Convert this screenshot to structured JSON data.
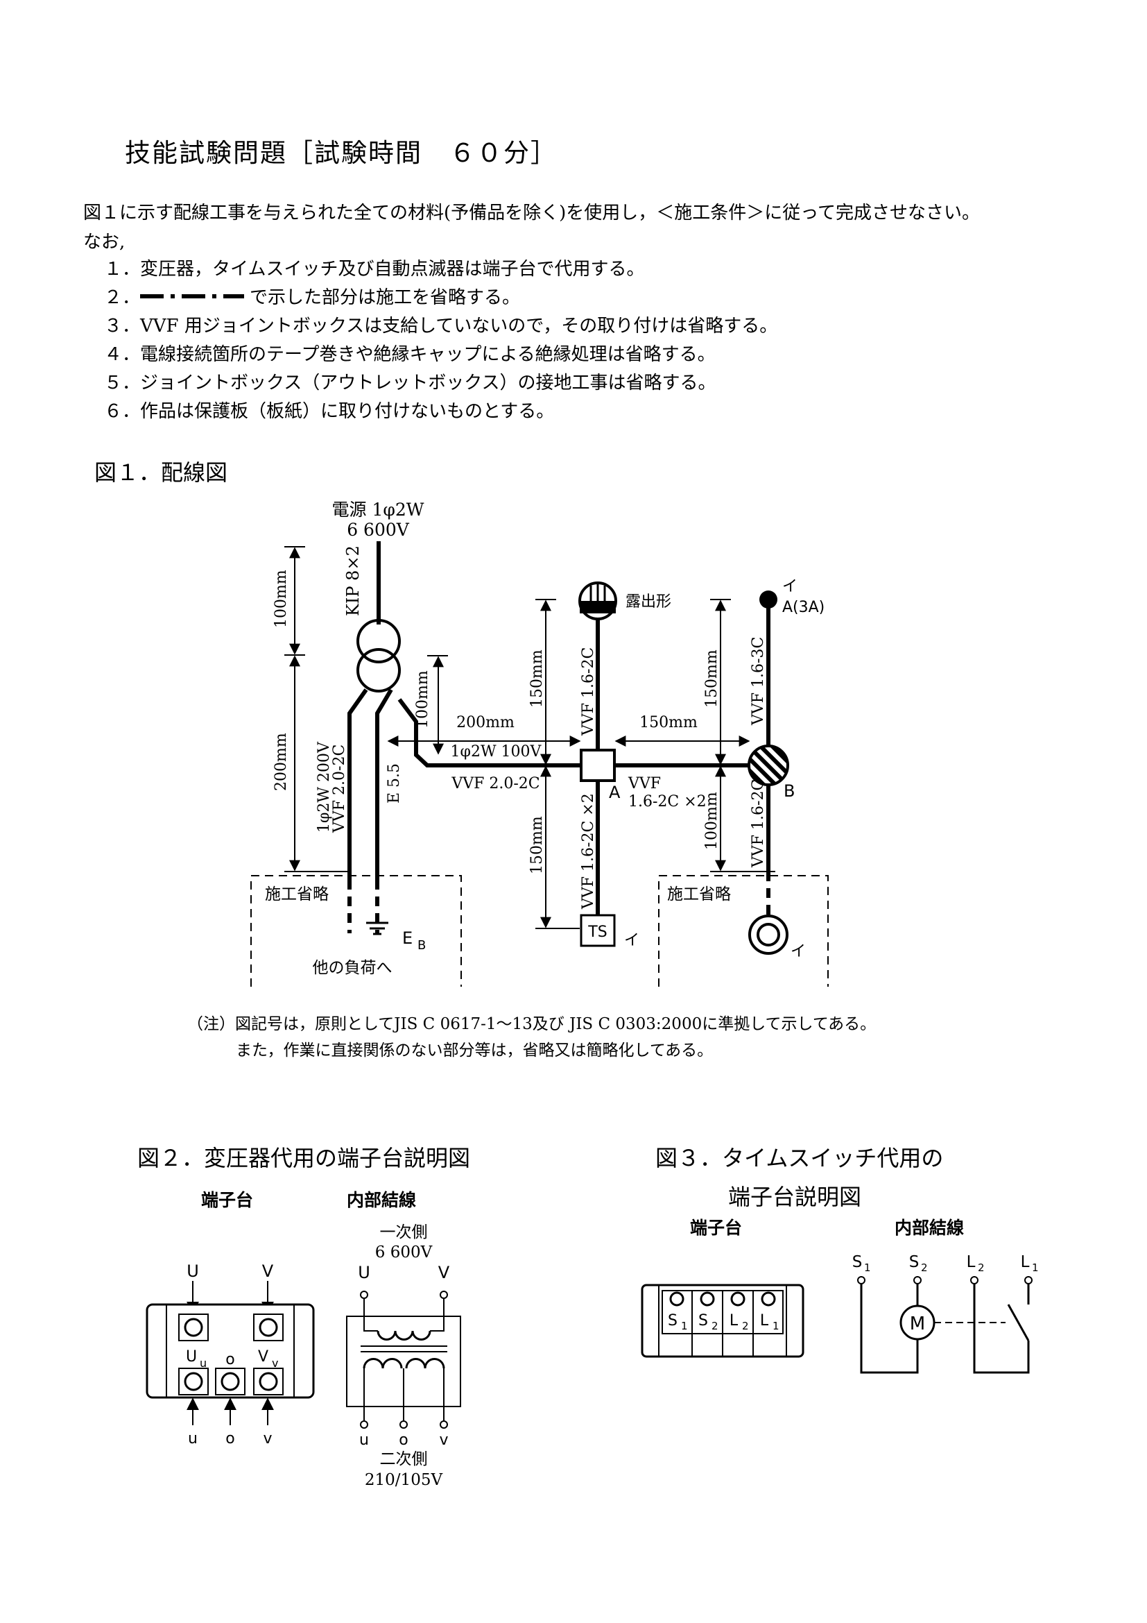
{
  "title": "技能試験問題［試験時間　６０分］",
  "intro": {
    "line1": "図１に示す配線工事を与えられた全ての材料(予備品を除く)を使用し，＜施工条件＞に従って完成させなさい。",
    "line2": "なお,"
  },
  "conditions": [
    "１．変圧器，タイムスイッチ及び自動点滅器は端子台で代用する。",
    "２．",
    "で示した部分は施工を省略する。",
    "３．VVF 用ジョイントボックスは支給していないので，その取り付けは省略する。",
    "４．電線接続箇所のテープ巻きや絶縁キャップによる絶縁処理は省略する。",
    "５．ジョイントボックス（アウトレットボックス）の接地工事は省略する。",
    "６．作品は保護板（板紙）に取り付けないものとする。"
  ],
  "fig1": {
    "title": "図１．配線図",
    "power_line1": "電源 1φ2W",
    "power_line2": "6 600V",
    "kip": "KIP 8×2",
    "dim_100_top": "100mm",
    "dim_200_left": "200mm",
    "dim_100_mid": "100mm",
    "dim_200_horiz": "200mm",
    "circuit_label": "1φ2W 100V",
    "cable_ab_left": "VVF 2.0-2C",
    "cable_left_vert1": "1φ2W 200V",
    "cable_left_vert2": "VVF 2.0-2C",
    "ground": "E 5.5",
    "dim_150_up_a": "150mm",
    "cable_up_a": "VVF 1.6-2C",
    "lamp_label": "露出形",
    "dim_150_horiz": "150mm",
    "cable_ab_1": "VVF",
    "cable_ab_2": "1.6-2C ×2",
    "label_a": "A",
    "dim_150_up_b": "150mm",
    "cable_up_b": "VVF 1.6-3C",
    "pilot_i": "イ",
    "pilot_a3a": "A(3A)",
    "label_b": "B",
    "dim_100_down_b": "100mm",
    "cable_down_b": "VVF 1.6-2C",
    "dim_150_down_a": "150mm",
    "cable_down_a": "VVF 1.6-2C ×2",
    "ts": "TS",
    "ts_i": "イ",
    "lamp_i": "イ",
    "omit_left": "施工省略",
    "omit_right": "施工省略",
    "eb_e": "E",
    "eb_b": "B",
    "other_load": "他の負荷へ"
  },
  "note": {
    "line1": "（注）図記号は，原則としてJIS C 0617-1～13及び JIS C 0303:2000に準拠して示してある。",
    "line2": "また，作業に直接関係のない部分等は，省略又は簡略化してある。"
  },
  "fig2": {
    "title": "図２．変圧器代用の端子台説明図",
    "col1": "端子台",
    "col2": "内部結線",
    "U": "U",
    "V": "V",
    "Uu_main": "U",
    "Uu_sub": "u",
    "o_mid": "o",
    "Vv_main": "V",
    "Vv_sub": "v",
    "u_bot": "u",
    "o_bot": "o",
    "v_bot": "v",
    "primary": "一次側",
    "primary_v": "6 600V",
    "U2": "U",
    "V2": "V",
    "u2": "u",
    "o2": "o",
    "v2": "v",
    "secondary": "二次側",
    "secondary_v": "210/105V"
  },
  "fig3": {
    "title1": "図３．タイムスイッチ代用の",
    "title2": "端子台説明図",
    "col1": "端子台",
    "col2": "内部結線",
    "terms": [
      "S1",
      "S2",
      "L2",
      "L1"
    ],
    "s_main": "S",
    "l_main": "L",
    "sub1": "1",
    "sub2": "2",
    "motor": "M"
  }
}
